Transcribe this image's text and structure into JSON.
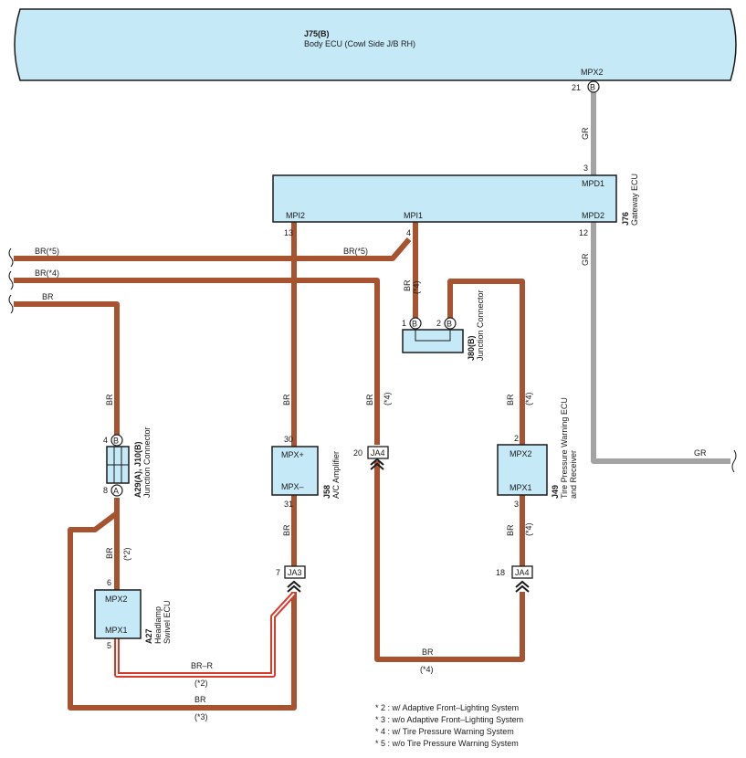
{
  "colors": {
    "wire_br": "#a8532f",
    "wire_gr": "#a3a3a3",
    "wire_br_r_stripe": "#d83a2a",
    "ecu_fill": "#c6e9f8",
    "outline": "#1a1a1a"
  },
  "body_ecu": {
    "code": "J75(B)",
    "name": "Body ECU (Cowl Side J/B RH)",
    "pin_label": "MPX2",
    "pin_num": "21",
    "pin_letter": "B"
  },
  "gateway_ecu": {
    "code": "J76",
    "name": "Gateway ECU",
    "pins": [
      {
        "label": "MPD1",
        "num": "3"
      },
      {
        "label": "MPI2",
        "num": "13"
      },
      {
        "label": "MPI1",
        "num": "4"
      },
      {
        "label": "MPD2",
        "num": "12"
      }
    ]
  },
  "junction_j80": {
    "code": "J80(B)",
    "name": "Junction Connector",
    "pins": [
      {
        "num": "1",
        "letter": "B"
      },
      {
        "num": "2",
        "letter": "B"
      }
    ]
  },
  "junction_a29": {
    "code": "A29(A), J10(B)",
    "name": "Junction Connector",
    "pins": [
      {
        "num": "4",
        "letter": "B"
      },
      {
        "num": "8",
        "letter": "A"
      }
    ]
  },
  "ac_amplifier": {
    "code": "J58",
    "name": "A/C Amplifier",
    "pins": [
      {
        "label": "MPX+",
        "num": "30"
      },
      {
        "label": "MPX–",
        "num": "31"
      }
    ]
  },
  "tpw_ecu": {
    "code": "J49",
    "name": "Tire Pressure Warning ECU",
    "name2": "and Receiver",
    "pins": [
      {
        "label": "MPX2",
        "num": "2"
      },
      {
        "label": "MPX1",
        "num": "3"
      }
    ]
  },
  "headlamp_ecu": {
    "code": "A27",
    "name": "Headlamp",
    "name2": "Swivel ECU",
    "pins": [
      {
        "label": "MPX2",
        "num": "6"
      },
      {
        "label": "MPX1",
        "num": "5"
      }
    ]
  },
  "connectors": [
    {
      "name": "JA4",
      "num": "20"
    },
    {
      "name": "JA3",
      "num": "7"
    },
    {
      "name": "JA4",
      "num": "18"
    }
  ],
  "wire_labels": {
    "gr": "GR",
    "br": "BR",
    "br_n5": "BR(*5)",
    "br_n4": "BR(*4)",
    "br_r": "BR–R",
    "n2": "(*2)",
    "n3": "(*3)",
    "n4": "(*4)"
  },
  "notes": [
    "* 2 : w/ Adaptive Front–Lighting System",
    "* 3 : w/o Adaptive Front–Lighting System",
    "* 4 : w/ Tire Pressure Warning System",
    "* 5 : w/o Tire Pressure Warning System"
  ]
}
